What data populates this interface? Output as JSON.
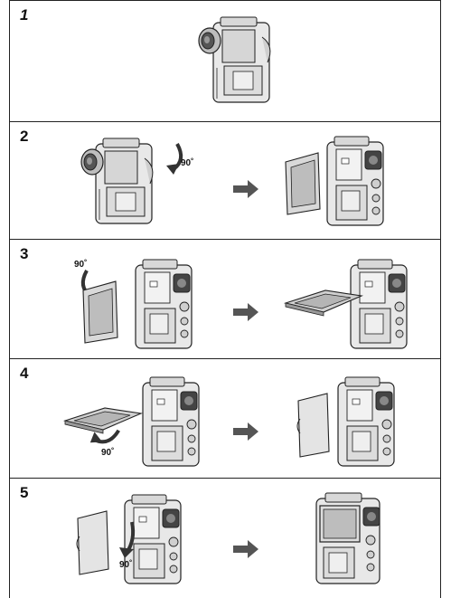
{
  "steps": [
    {
      "number": "1",
      "rotation_label": ""
    },
    {
      "number": "2",
      "rotation_label": "90˚"
    },
    {
      "number": "3",
      "rotation_label": "90˚"
    },
    {
      "number": "4",
      "rotation_label": "90˚"
    },
    {
      "number": "5",
      "rotation_label": "90˚"
    }
  ],
  "icons": {
    "arrow": "right-arrow-icon",
    "camcorder": "camcorder-illustration"
  },
  "colors": {
    "line": "#222222",
    "arrow": "#555555",
    "body": "#e6e6e6",
    "screen": "#cfcfcf"
  }
}
